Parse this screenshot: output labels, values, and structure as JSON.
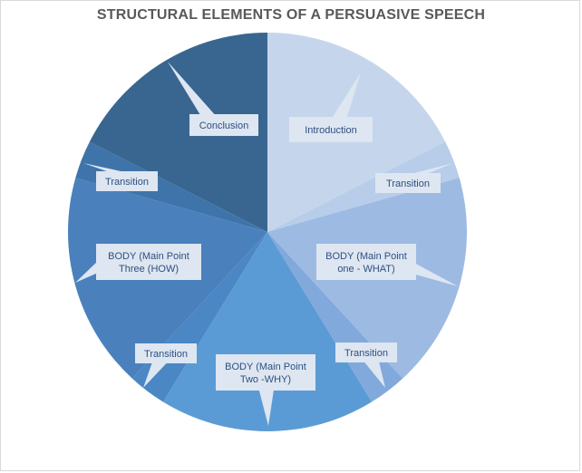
{
  "chart_data": {
    "type": "pie",
    "title": "STRUCTURAL ELEMENTS OF A PERSUASIVE SPEECH",
    "slices": [
      {
        "label": "Introduction",
        "value": 17,
        "color": "#c5d6ec"
      },
      {
        "label": "Transition",
        "value": 3,
        "color": "#b7cde9"
      },
      {
        "label": "BODY (Main Point one - WHAT)",
        "value": 17,
        "color": "#9dbae2"
      },
      {
        "label": "Transition",
        "value": 3,
        "color": "#82a9dc"
      },
      {
        "label": "BODY (Main Point Two -WHY)",
        "value": 17,
        "color": "#5b9bd5"
      },
      {
        "label": "Transition",
        "value": 3,
        "color": "#4a87c4"
      },
      {
        "label": "BODY (Main Point Three (HOW)",
        "value": 17,
        "color": "#4a81bd"
      },
      {
        "label": "Transition",
        "value": 3,
        "color": "#3f74aa"
      },
      {
        "label": "Conclusion",
        "value": 17,
        "color": "#396690"
      }
    ],
    "legend": "none"
  }
}
